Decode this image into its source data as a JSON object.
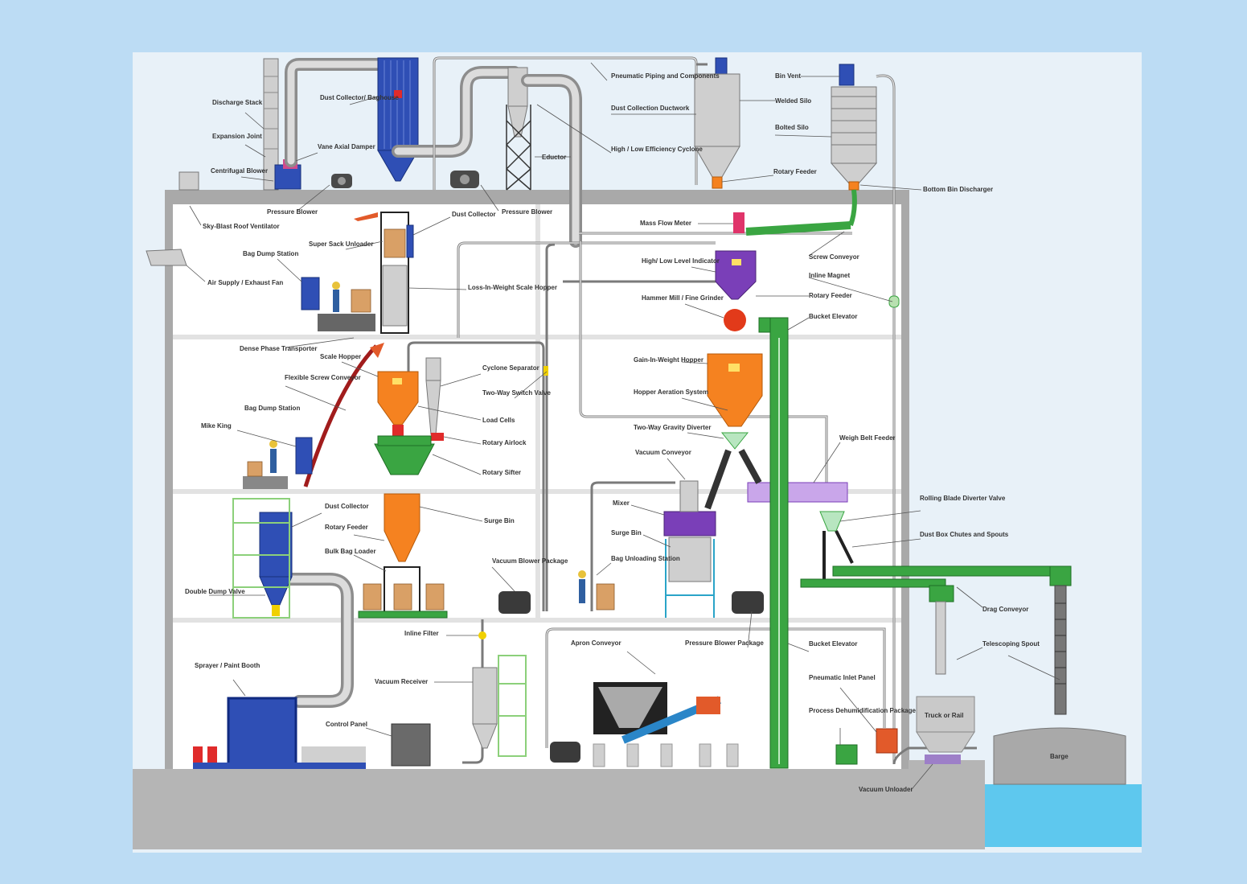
{
  "labels": {
    "discharge_stack": "Discharge Stack",
    "expansion_joint": "Expansion Joint",
    "centrifugal_blower": "Centrifugal Blower",
    "dust_collector_baghouse": "Dust Collector/ Baghouse",
    "vane_axial_damper": "Vane Axial Damper",
    "pressure_blower_roof_left": "Pressure Blower",
    "pressure_blower_roof_right": "Pressure Blower",
    "pneumatic_piping": "Pneumatic Piping and Components",
    "dust_collection_ductwork": "Dust Collection Ductwork",
    "eductor": "Eductor",
    "high_low_efficiency_cyclone": "High / Low Efficiency Cyclone",
    "bin_vent": "Bin Vent",
    "welded_silo": "Welded Silo",
    "bolted_silo": "Bolted Silo",
    "rotary_feeder_top": "Rotary Feeder",
    "bottom_bin_discharger": "Bottom Bin Discharger",
    "sky_blast_roof_ventilator": "Sky-Blast Roof Ventilator",
    "dust_collector_upper": "Dust Collector",
    "super_sack_unloader": "Super Sack Unloader",
    "bag_dump_station_upper": "Bag Dump Station",
    "air_supply_exhaust_fan": "Air Supply / Exhaust Fan",
    "loss_in_weight_scale_hopper": "Loss-In-Weight Scale Hopper",
    "mass_flow_meter": "Mass Flow Meter",
    "screw_conveyor": "Screw Conveyor",
    "high_low_level_indicator": "High/ Low Level Indicator",
    "inline_magnet": "Inline Magnet",
    "hammer_mill_fine_grinder": "Hammer Mill / Fine Grinder",
    "rotary_feeder_mid": "Rotary Feeder",
    "bucket_elevator_upper": "Bucket Elevator",
    "dense_phase_transporter": "Dense Phase Transporter",
    "scale_hopper": "Scale Hopper",
    "flexible_screw_conveyor": "Flexible Screw Conveyor",
    "cyclone_separator": "Cyclone Separator",
    "two_way_switch_valve": "Two-Way Switch Valve",
    "gain_in_weight_hopper": "Gain-In-Weight Hopper",
    "hopper_aeration_system": "Hopper Aeration System",
    "bag_dump_station_mid": "Bag Dump Station",
    "mike_king": "Mike King",
    "load_cells": "Load Cells",
    "rotary_airlock": "Rotary Airlock",
    "rotary_sifter": "Rotary Sifter",
    "two_way_gravity_diverter": "Two-Way Gravity Diverter",
    "vacuum_conveyor": "Vacuum Conveyor",
    "weigh_belt_feeder": "Weigh Belt Feeder",
    "dust_collector_lower": "Dust Collector",
    "rotary_feeder_lower": "Rotary Feeder",
    "bulk_bag_loader": "Bulk Bag Loader",
    "double_dump_valve": "Double Dump Valve",
    "surge_bin_left": "Surge Bin",
    "mixer": "Mixer",
    "surge_bin_right": "Surge Bin",
    "bag_unloading_station": "Bag Unloading Station",
    "vacuum_blower_package": "Vacuum Blower Package",
    "rolling_blade_diverter_valve": "Rolling Blade Diverter Valve",
    "dust_box_chutes_spouts": "Dust Box Chutes and Spouts",
    "drag_conveyor": "Drag Conveyor",
    "inline_filter": "Inline Filter",
    "apron_conveyor": "Apron Conveyor",
    "pressure_blower_package": "Pressure Blower Package",
    "bucket_elevator_lower": "Bucket Elevator",
    "telescoping_spout": "Telescoping Spout",
    "sprayer_paint_booth": "Sprayer / Paint Booth",
    "vacuum_receiver": "Vacuum Receiver",
    "pneumatic_inlet_panel": "Pneumatic Inlet Panel",
    "process_dehumidification_package": "Process Dehumidification Package",
    "control_panel": "Control Panel",
    "truck_or_rail": "Truck or Rail",
    "barge": "Barge",
    "vacuum_unloader": "Vacuum Unloader"
  },
  "colors": {
    "background": "#bcdcf4",
    "building": "#a9a9a9",
    "accent_orange": "#f58220",
    "accent_green": "#3aa542",
    "accent_purple": "#7a3fb8",
    "accent_blue": "#2f4fb5",
    "water": "#5ec8ee"
  }
}
